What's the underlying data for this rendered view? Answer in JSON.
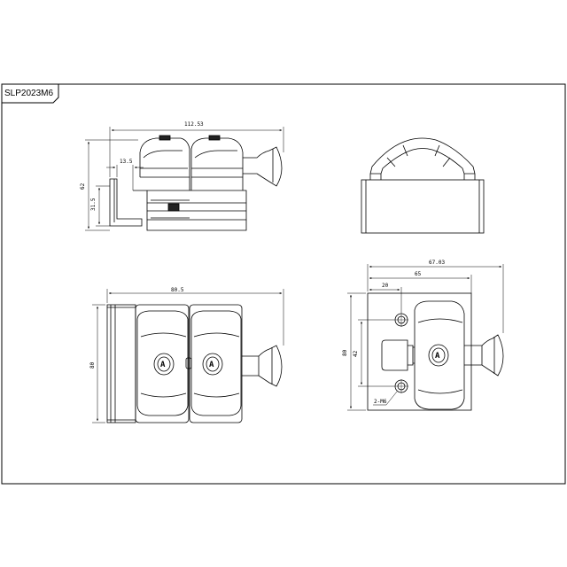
{
  "drawing": {
    "part_number": "SLP2023M6",
    "line_color": "#000000",
    "background": "#ffffff"
  },
  "views": {
    "side": {
      "overall_width": "112.53",
      "height": "62",
      "inner_height": "31.5",
      "offset": "13.5"
    },
    "top": {},
    "front": {
      "overall_width": "80.5",
      "height": "80",
      "logo_glyph": "A"
    },
    "mounting": {
      "overall_width": "67.03",
      "width_to_handle": "65",
      "hole_offset": "20",
      "height": "80",
      "hole_spacing": "42",
      "holes_note": "2-M6",
      "logo_glyph": "A"
    }
  }
}
